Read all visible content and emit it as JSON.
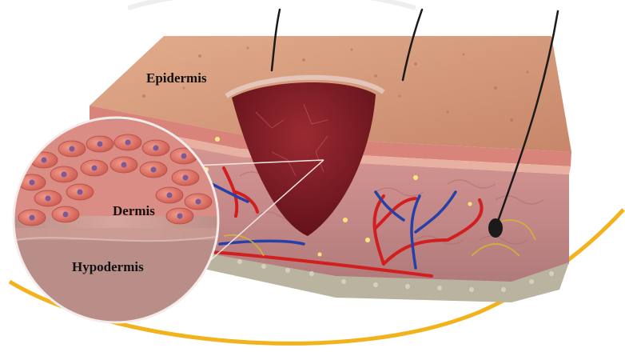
{
  "labels": {
    "epidermis": "Epidermis",
    "dermis": "Dermis",
    "hypodermis": "Hypodermis"
  },
  "colors": {
    "epidermis_surface": "#d9a07e",
    "wound": "#7a1a22",
    "dermis_tissue": "#c98a86",
    "hypodermis_fat": "#b9b3a0",
    "artery": "#d11f1f",
    "vein": "#2540a8",
    "nerve": "#d4b536",
    "hair": "#1a1a1a",
    "accent_arc": "#f2b21c"
  }
}
